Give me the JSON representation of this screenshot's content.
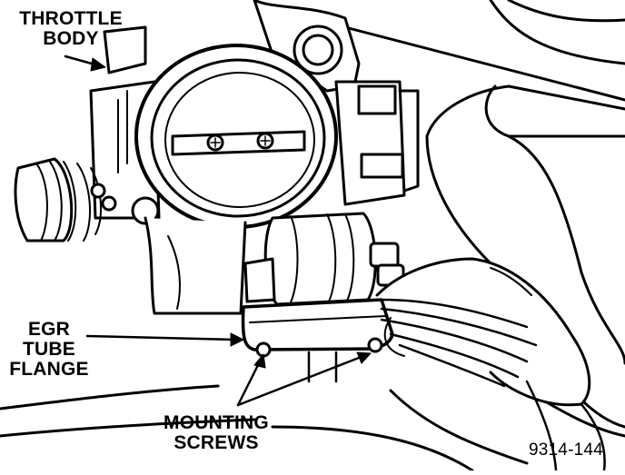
{
  "labels": {
    "throttle_body": [
      "THROTTLE",
      "BODY"
    ],
    "egr_tube_flange": [
      "EGR",
      "TUBE",
      "FLANGE"
    ],
    "mounting_screws": [
      "MOUNTING",
      "SCREWS"
    ]
  },
  "figure_number": "9314-144",
  "colors": {
    "ink": "#000000",
    "paper": "#ffffff"
  }
}
